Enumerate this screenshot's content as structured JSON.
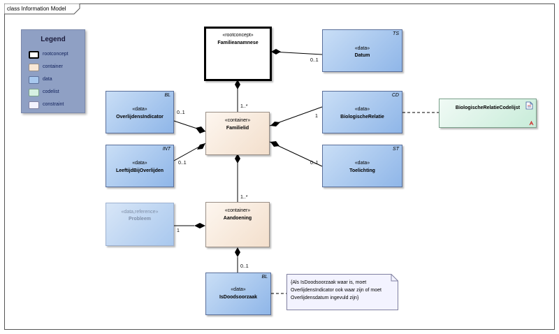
{
  "frame_title": "class Information Model",
  "legend": {
    "title": "Legend",
    "items": [
      {
        "label": "rootconcept",
        "color": "#ffffff"
      },
      {
        "label": "container",
        "color": "#f8e7d6"
      },
      {
        "label": "data",
        "color": "#a8c8ee"
      },
      {
        "label": "codelist",
        "color": "#d6f0e2"
      },
      {
        "label": "constraint",
        "color": "#f3f3ff"
      }
    ]
  },
  "classes": {
    "familieanamnese": {
      "stereotype": "«rootconcept»",
      "name": "Familieanamnese"
    },
    "datum": {
      "stereotype": "«data»",
      "name": "Datum",
      "tag": "TS"
    },
    "overlijdensindicator": {
      "stereotype": "«data»",
      "name": "OverlijdensIndicator",
      "tag": "BL"
    },
    "familielid": {
      "stereotype": "«container»",
      "name": "Familielid"
    },
    "biologischerelatie": {
      "stereotype": "«data»",
      "name": "BiologischeRelatie",
      "tag": "CD"
    },
    "codelijst": {
      "name": "BiologischeRelatieCodelijst"
    },
    "leeftijd": {
      "stereotype": "«data»",
      "name": "LeeftijdBijOverlijden",
      "tag": "INT"
    },
    "toelichting": {
      "stereotype": "«data»",
      "name": "Toelichting",
      "tag": "ST"
    },
    "probleem": {
      "stereotype": "«data,reference»",
      "name": "Probleem"
    },
    "aandoening": {
      "stereotype": "«container»",
      "name": "Aandoening"
    },
    "isdoodsoorzaak": {
      "stereotype": "«data»",
      "name": "IsDoodsoorzaak",
      "tag": "BL"
    }
  },
  "multiplicities": {
    "datum": "0..1",
    "familielid": "1..*",
    "overlijdensindicator": "0..1",
    "biologischerelatie": "1",
    "leeftijd": "0..1",
    "toelichting": "0..1",
    "aandoening": "1..*",
    "probleem": "1",
    "isdoodsoorzaak": "0..1"
  },
  "constraint_note": "{Als IsDoodsoorzaak waar is, moet\nOverlijdensIndicator ook waar zijn of moet\nOverlijdensdatum ingevuld zijn}",
  "colors": {
    "data": "#a8c8ee",
    "container": "#f8e7d6",
    "codelist": "#d6f0e2",
    "constraint": "#f3f3ff",
    "legend_bg": "#8fa0c4"
  }
}
